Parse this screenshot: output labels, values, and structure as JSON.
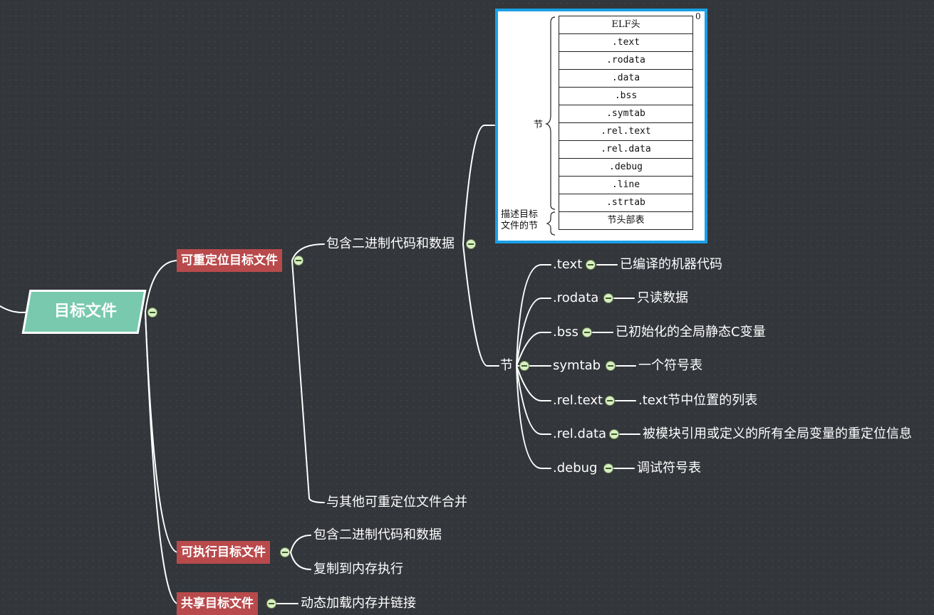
{
  "root": {
    "label": "目标文件"
  },
  "branches": {
    "relocatable": {
      "label": "可重定位目标文件",
      "contains": "包含二进制代码和数据",
      "merge": "与其他可重定位文件合并",
      "sections_label": "节",
      "sections": [
        {
          "name": ".text",
          "desc": "已编译的机器代码"
        },
        {
          "name": ".rodata",
          "desc": "只读数据"
        },
        {
          "name": ".bss",
          "desc": "已初始化的全局静态C变量"
        },
        {
          "name": "symtab",
          "desc": "一个符号表"
        },
        {
          "name": ".rel.text",
          "desc": ".text节中位置的列表"
        },
        {
          "name": ".rel.data",
          "desc": "被模块引用或定义的所有全局变量的重定位信息"
        },
        {
          "name": ".debug",
          "desc": "调试符号表"
        }
      ]
    },
    "executable": {
      "label": "可执行目标文件",
      "contains": "包含二进制代码和数据",
      "copy": "复制到内存执行"
    },
    "shared": {
      "label": "共享目标文件",
      "dynamic": "动态加载内存并链接"
    }
  },
  "figure": {
    "offset_label": "0",
    "brace_sections": "节",
    "brace_desc_line1": "描述目标",
    "brace_desc_line2": "文件的节",
    "rows": [
      "ELF头",
      ".text",
      ".rodata",
      ".data",
      ".bss",
      ".symtab",
      ".rel.text",
      ".rel.data",
      ".debug",
      ".line",
      ".strtab",
      "节头部表"
    ]
  },
  "colors": {
    "background": "#33363b",
    "root_fill": "#78c9ad",
    "tag_fill": "#b94a4c",
    "figure_border": "#1aa0e6",
    "toggle_fill": "#d9efc3"
  }
}
